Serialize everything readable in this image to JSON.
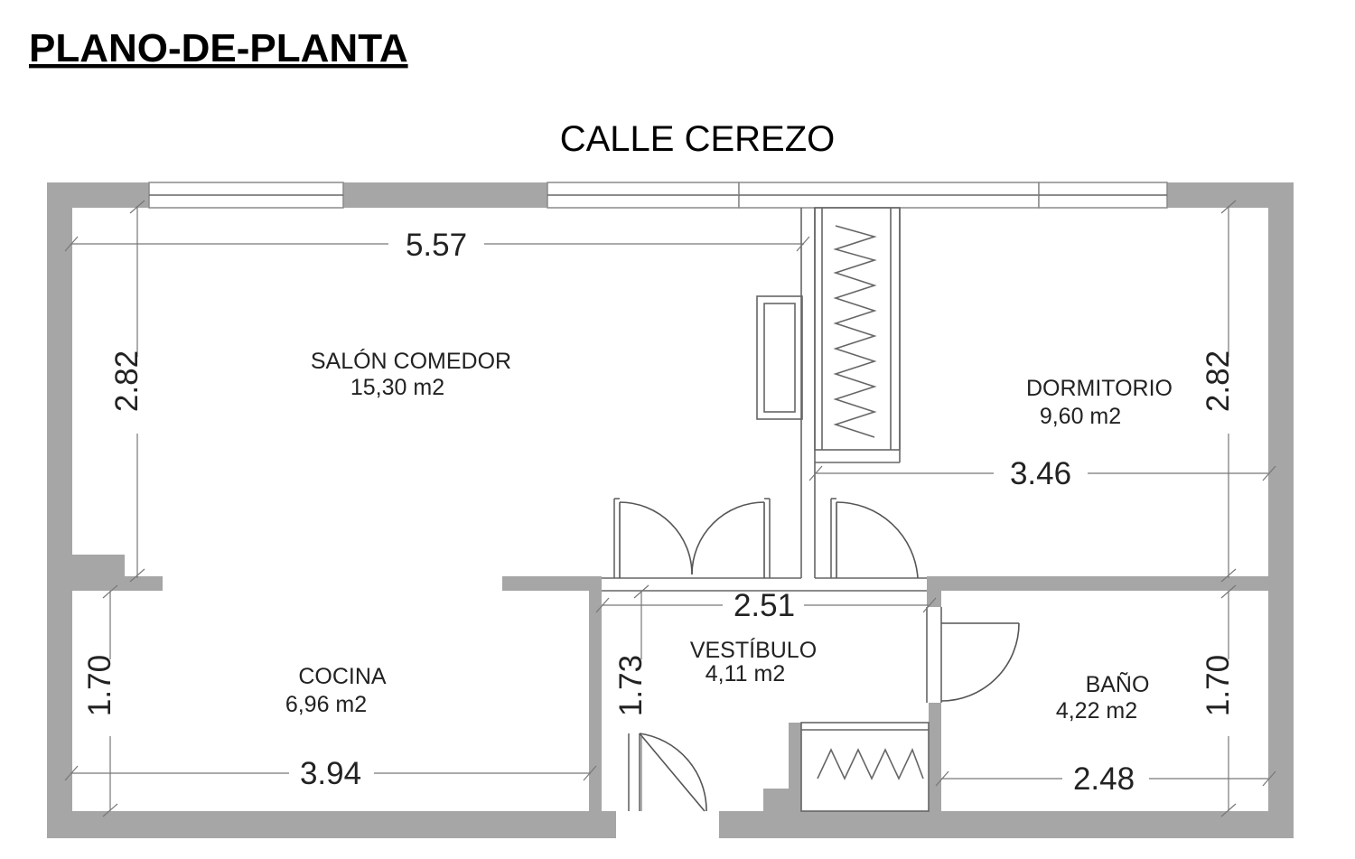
{
  "title": "PLANO-DE-PLANTA",
  "street": "CALLE CEREZO",
  "rooms": [
    {
      "name": "SALÓN COMEDOR",
      "area": "15,30 m2"
    },
    {
      "name": "DORMITORIO",
      "area": "9,60 m2"
    },
    {
      "name": "COCINA",
      "area": "6,96 m2"
    },
    {
      "name": "VESTÍBULO",
      "area": "4,11 m2"
    },
    {
      "name": "BAÑO",
      "area": "4,22 m2"
    }
  ],
  "dimensions": {
    "salon_width": "5.57",
    "salon_depth": "2.82",
    "dormitorio_width": "3.46",
    "dormitorio_depth": "2.82",
    "vestibulo_width": "2.51",
    "vestibulo_depth": "1.73",
    "cocina_width": "3.94",
    "cocina_depth": "1.70",
    "bano_width": "2.48",
    "bano_depth": "1.70"
  },
  "colors": {
    "wall": "#a6a6a6",
    "line": "#666666",
    "text": "#1a1a1a"
  }
}
